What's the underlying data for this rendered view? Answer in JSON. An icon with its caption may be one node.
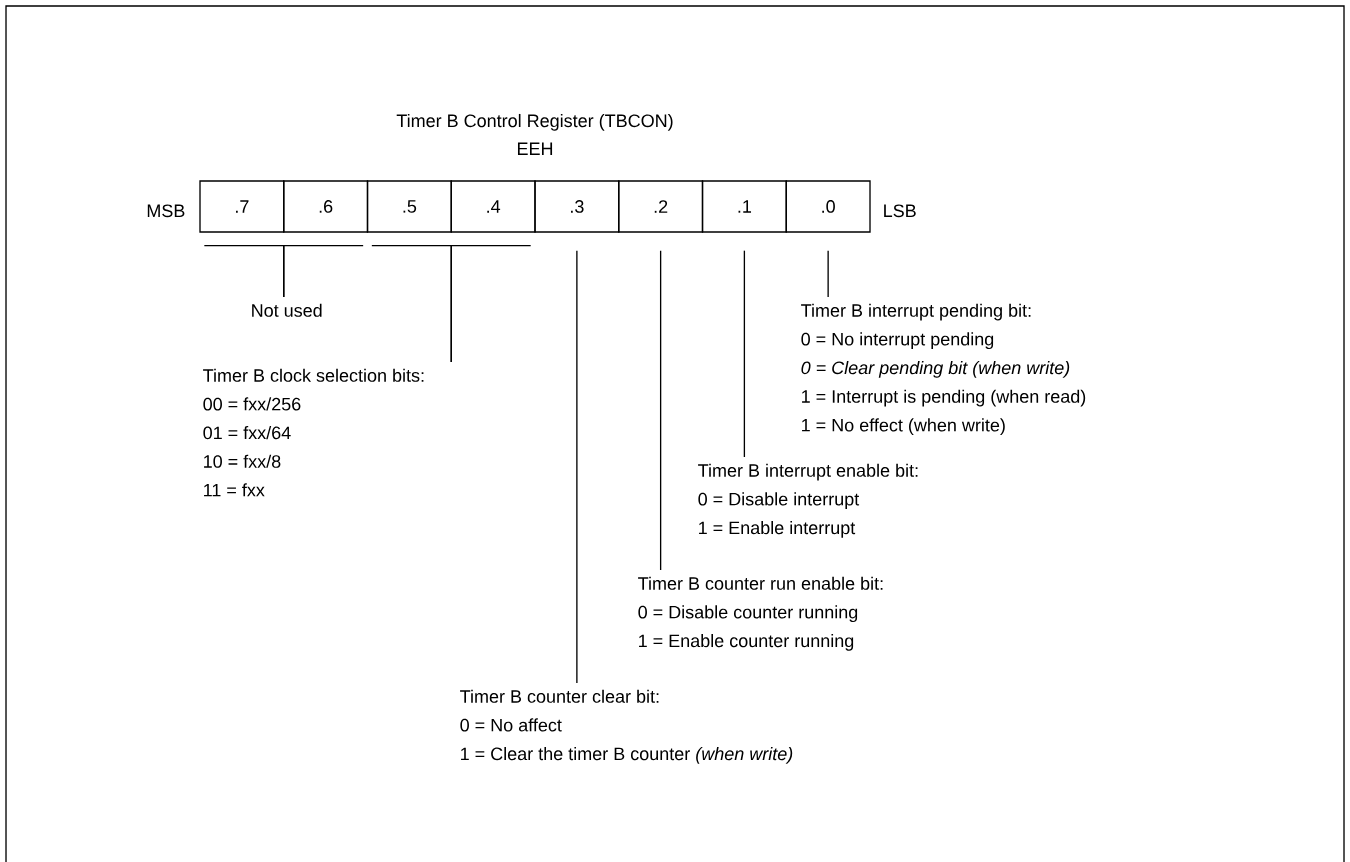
{
  "diagram": {
    "title": "Timer B Control Register (TBCON)",
    "nodes": [
      {
        "text": [
          ".7"
        ]
      },
      {
        "text": [
          ".6"
        ]
      },
      {
        "text": [
          ".5"
        ]
      },
      {
        "text": [
          ".4"
        ]
      },
      {
        "text": [
          ".3"
        ]
      },
      {
        "text": [
          ".2"
        ]
      },
      {
        "text": [
          ".1"
        ]
      },
      {
        "text": [
          ".0"
        ]
      },
      {
        "text": [
          "Not used"
        ]
      },
      {
        "text": [
          "Timer B clock selection bits:",
          "00 = fxx/256",
          "01 = fxx/64",
          "10 = fxx/8",
          "11 = fxx"
        ]
      },
      {
        "text": [
          "Timer B counter clear bit:",
          "0 = No affect",
          "1 = Clear the timer B counter *(when write)*"
        ]
      },
      {
        "text": [
          "Timer B counter run enable bit:",
          "0 = Disable counter running",
          "1 = Enable counter running"
        ]
      },
      {
        "text": [
          "Timer B interrupt enable bit:",
          "0 = Disable interrupt",
          "1 = Enable interrupt"
        ]
      },
      {
        "text": [
          "Timer B interrupt pending bit:",
          "0 = No interrupt pending",
          "*0 = Clear pending bit (when write)*",
          "1 = Interrupt is pending (when read)",
          "1 = No effect (when write)"
        ]
      }
    ],
    "edges": [
      {
        "from": 8,
        "to": 0,
        "arrow": "none"
      },
      {
        "from": 8,
        "to": 1,
        "arrow": "none"
      },
      {
        "from": 9,
        "to": 2,
        "arrow": "none"
      },
      {
        "from": 9,
        "to": 3,
        "arrow": "none"
      },
      {
        "from": 10,
        "to": 4,
        "arrow": "none"
      },
      {
        "from": 11,
        "to": 5,
        "arrow": "none"
      },
      {
        "from": 12,
        "to": 6,
        "arrow": "none"
      },
      {
        "from": 13,
        "to": 7,
        "arrow": "none"
      }
    ],
    "labels": [
      "EEH",
      "MSB",
      "LSB"
    ]
  }
}
